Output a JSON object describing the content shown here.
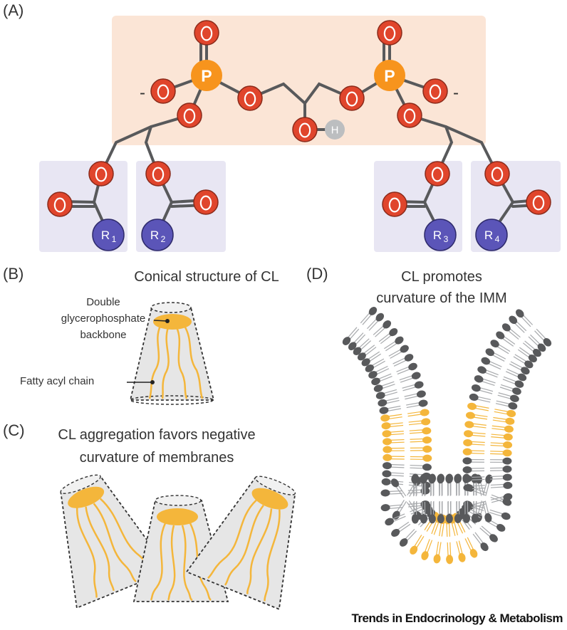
{
  "panels": {
    "a": {
      "label": "(A)",
      "atoms": {
        "oxygen": "O",
        "phosphorus": "P",
        "hydrogen": "H",
        "minus": "-",
        "r1": "R1",
        "r2": "R2",
        "r3": "R3",
        "r4": "R4"
      }
    },
    "b": {
      "label": "(B)",
      "title": "Conical structure of CL",
      "annotation_head": "Double glycerophosphate backbone",
      "annotation_head_l1": "Double",
      "annotation_head_l2": "glycerophosphate",
      "annotation_head_l3": "backbone",
      "annotation_tail": "Fatty acyl chain"
    },
    "c": {
      "label": "(C)",
      "title_l1": "CL aggregation favors negative",
      "title_l2": "curvature of membranes"
    },
    "d": {
      "label": "(D)",
      "title_l1": "CL promotes",
      "title_l2": "curvature of the IMM"
    }
  },
  "footer": "Trends in Endocrinology & Metabolism",
  "colors": {
    "oxygen": "#e0452c",
    "phosphorus": "#f7941d",
    "hydrogen": "#bcbec0",
    "r_group": "#5b55b8",
    "highlight_box": "#fbe5d6",
    "tail_box": "#e8e6f3",
    "lipid_yellow": "#f4b63b",
    "membrane_head": "#58595b"
  }
}
